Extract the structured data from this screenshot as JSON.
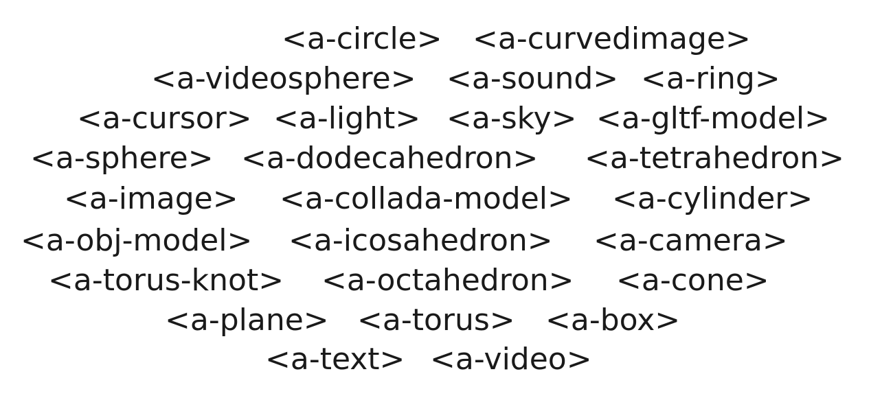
{
  "tags": {
    "circle": "<a-circle>",
    "curvedimage": "<a-curvedimage>",
    "videosphere": "<a-videosphere>",
    "sound": "<a-sound>",
    "ring": "<a-ring>",
    "cursor": "<a-cursor>",
    "light": "<a-light>",
    "sky": "<a-sky>",
    "gltf_model": "<a-gltf-model>",
    "sphere": "<a-sphere>",
    "dodecahedron": "<a-dodecahedron>",
    "tetrahedron": "<a-tetrahedron>",
    "image": "<a-image>",
    "collada_model": "<a-collada-model>",
    "cylinder": "<a-cylinder>",
    "obj_model": "<a-obj-model>",
    "icosahedron": "<a-icosahedron>",
    "camera": "<a-camera>",
    "torus_knot": "<a-torus-knot>",
    "octahedron": "<a-octahedron>",
    "cone": "<a-cone>",
    "plane": "<a-plane>",
    "torus": "<a-torus>",
    "box": "<a-box>",
    "text": "<a-text>",
    "video": "<a-video>"
  },
  "colors": {
    "text": "#1a1a1a",
    "background": "#ffffff"
  }
}
